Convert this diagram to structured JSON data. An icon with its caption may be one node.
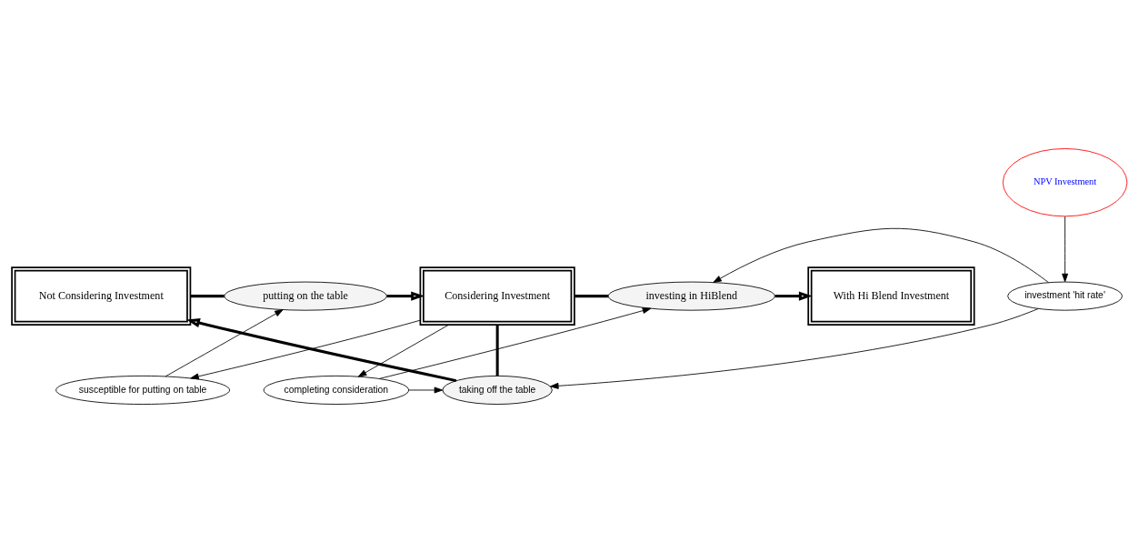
{
  "diagram": {
    "nodes": [
      {
        "text": [
          "Not Considering Investment"
        ]
      },
      {
        "text": [
          "Considering Investment"
        ]
      },
      {
        "text": [
          "With Hi Blend Investment"
        ]
      },
      {
        "text": [
          "putting on the table"
        ]
      },
      {
        "text": [
          "investing in HiBlend"
        ]
      },
      {
        "text": [
          "taking off the table"
        ]
      },
      {
        "text": [
          "susceptible for putting on table"
        ]
      },
      {
        "text": [
          "completing consideration"
        ]
      },
      {
        "text": [
          "investment 'hit rate'"
        ]
      },
      {
        "text": [
          "NPV Investment"
        ]
      }
    ],
    "edges": [
      {
        "from": 0,
        "to": 3,
        "arrow": "none",
        "style": "thick"
      },
      {
        "from": 3,
        "to": 1,
        "arrow": "to",
        "style": "thick"
      },
      {
        "from": 1,
        "to": 4,
        "arrow": "none",
        "style": "thick"
      },
      {
        "from": 4,
        "to": 2,
        "arrow": "to",
        "style": "thick"
      },
      {
        "from": 1,
        "to": 5,
        "arrow": "none",
        "style": "thick"
      },
      {
        "from": 5,
        "to": 0,
        "arrow": "to",
        "style": "thick"
      },
      {
        "from": 6,
        "to": 3,
        "arrow": "to"
      },
      {
        "from": 1,
        "to": 6,
        "arrow": "to"
      },
      {
        "from": 1,
        "to": 7,
        "arrow": "to"
      },
      {
        "from": 7,
        "to": 4,
        "arrow": "to"
      },
      {
        "from": 7,
        "to": 5,
        "arrow": "to"
      },
      {
        "from": 8,
        "to": 4,
        "arrow": "to"
      },
      {
        "from": 8,
        "to": 5,
        "arrow": "to"
      },
      {
        "from": 9,
        "to": 8,
        "arrow": "to"
      }
    ]
  }
}
